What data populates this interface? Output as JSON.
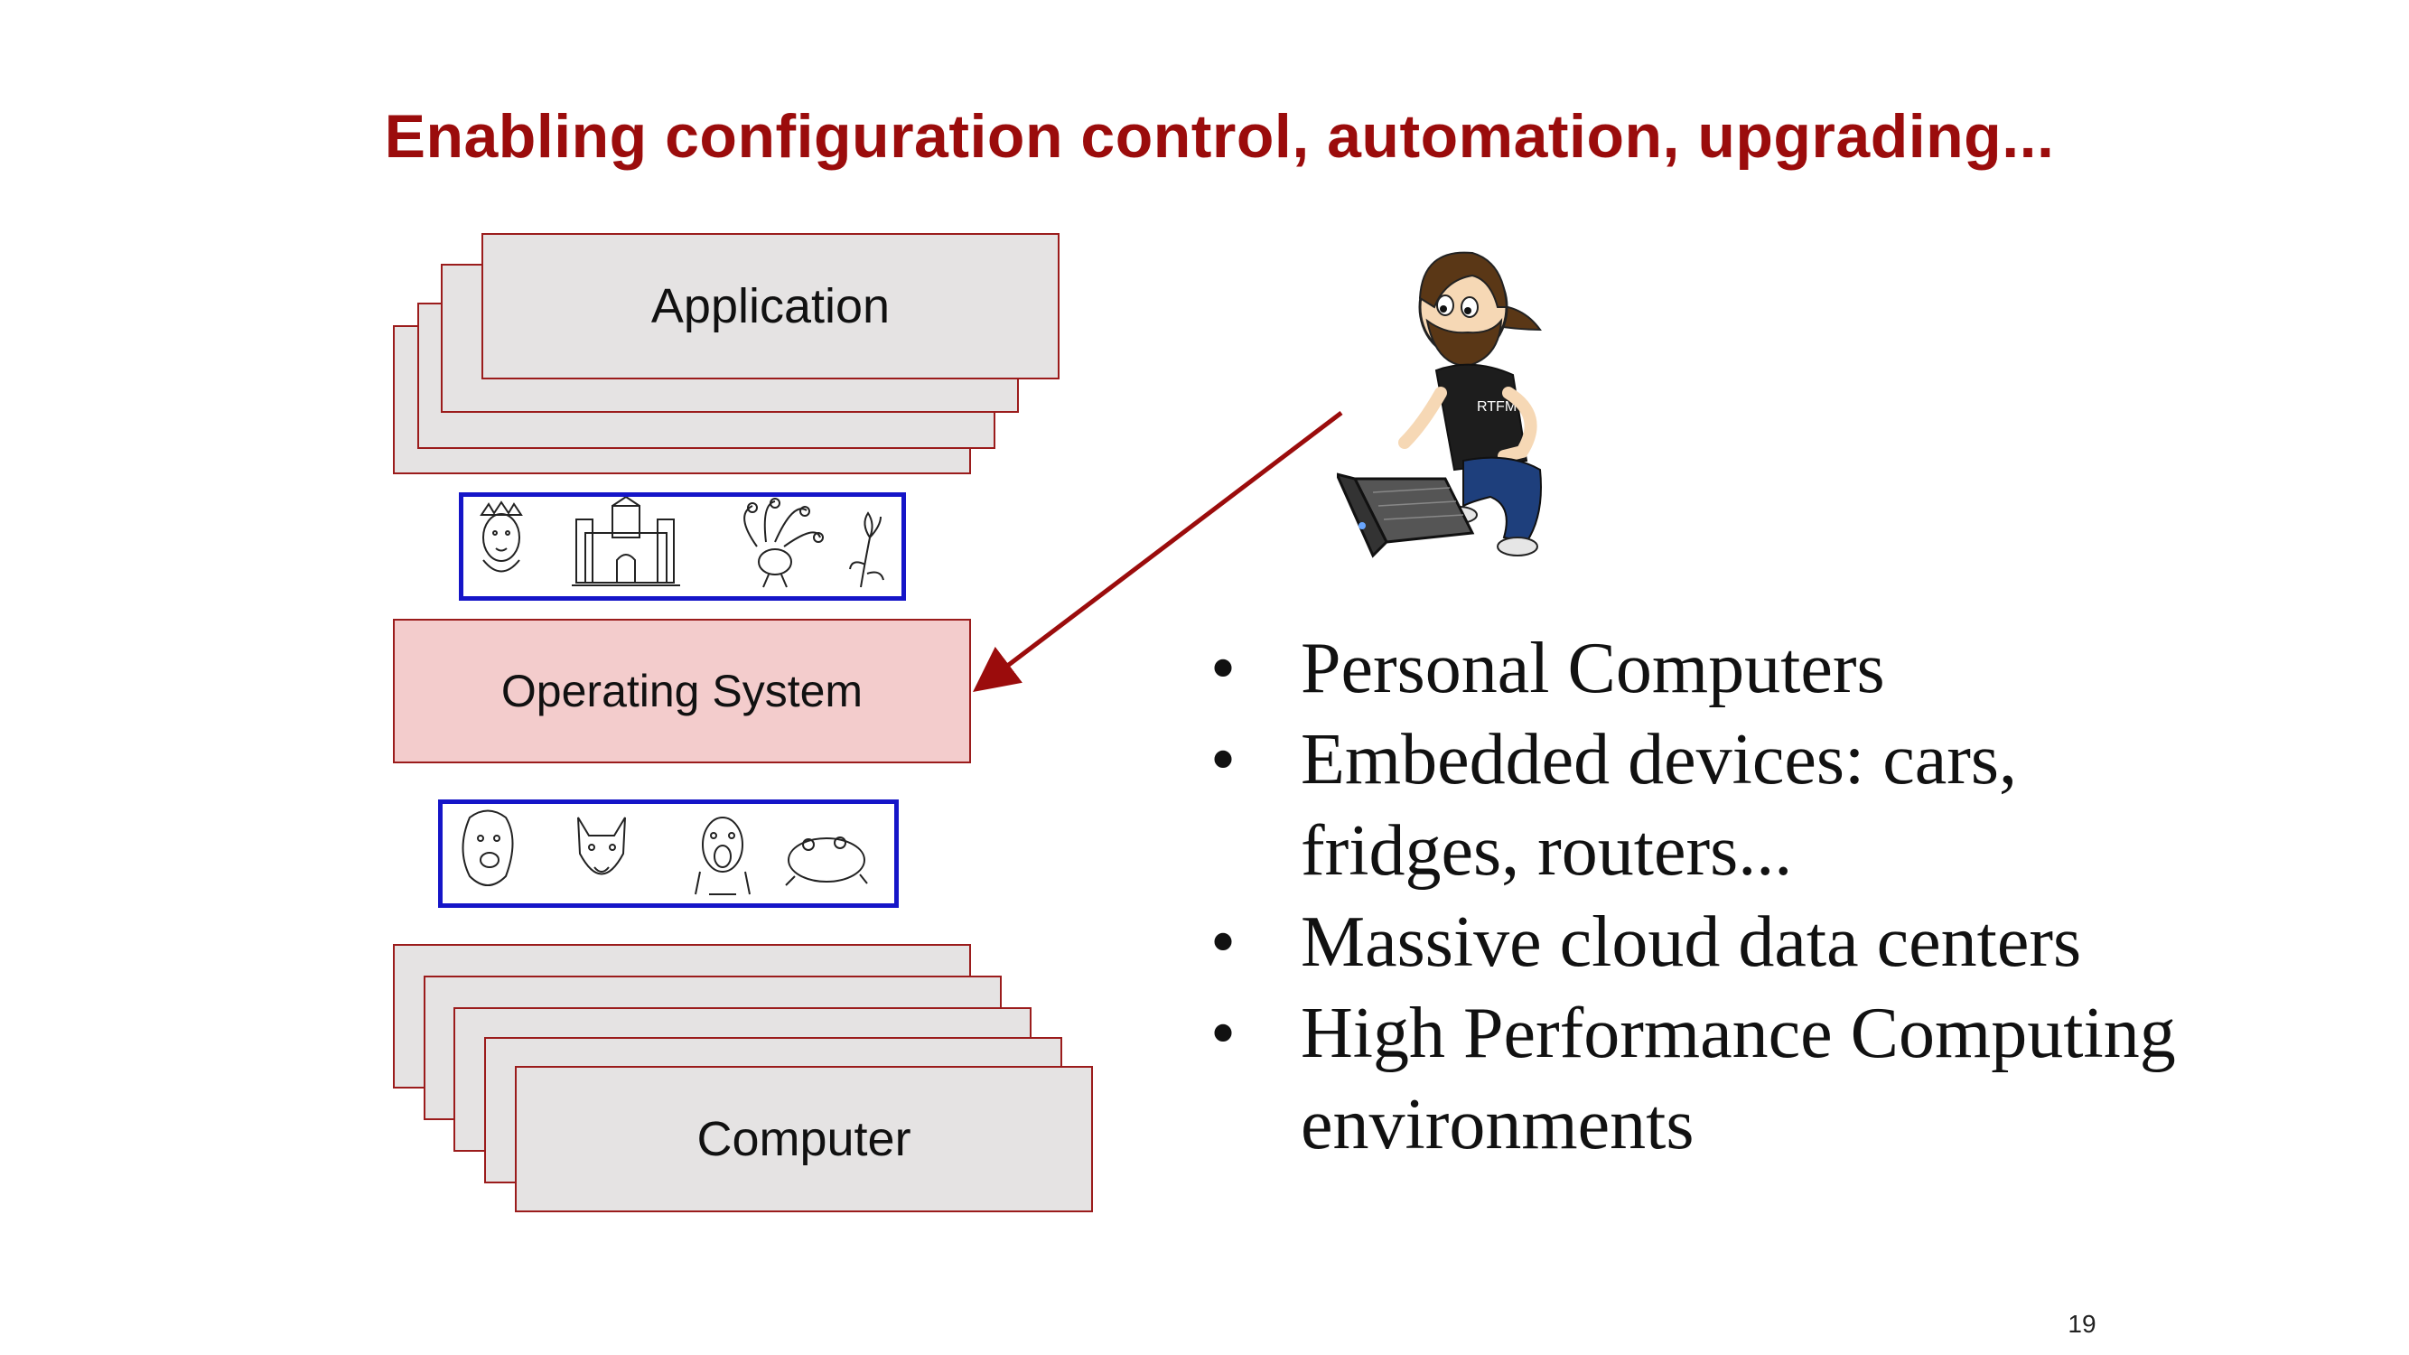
{
  "slide": {
    "title": "Enabling configuration control, automation, upgrading...",
    "page_number": "19"
  },
  "stack": {
    "application_label": "Application",
    "os_label": "Operating System",
    "computer_label": "Computer"
  },
  "figure": {
    "shirt_text": "RTFM"
  },
  "bullets": [
    "Personal Computers",
    "Embedded devices: cars, fridges, routers...",
    "Massive cloud data centers",
    "High Performance Computing environments"
  ],
  "colors": {
    "title": "#9b0c0c",
    "card_border": "#9b1c1c",
    "card_fill": "#e5e3e3",
    "os_fill": "#f3cccc",
    "strip_border": "#1515c8",
    "arrow": "#9b0c0c"
  }
}
